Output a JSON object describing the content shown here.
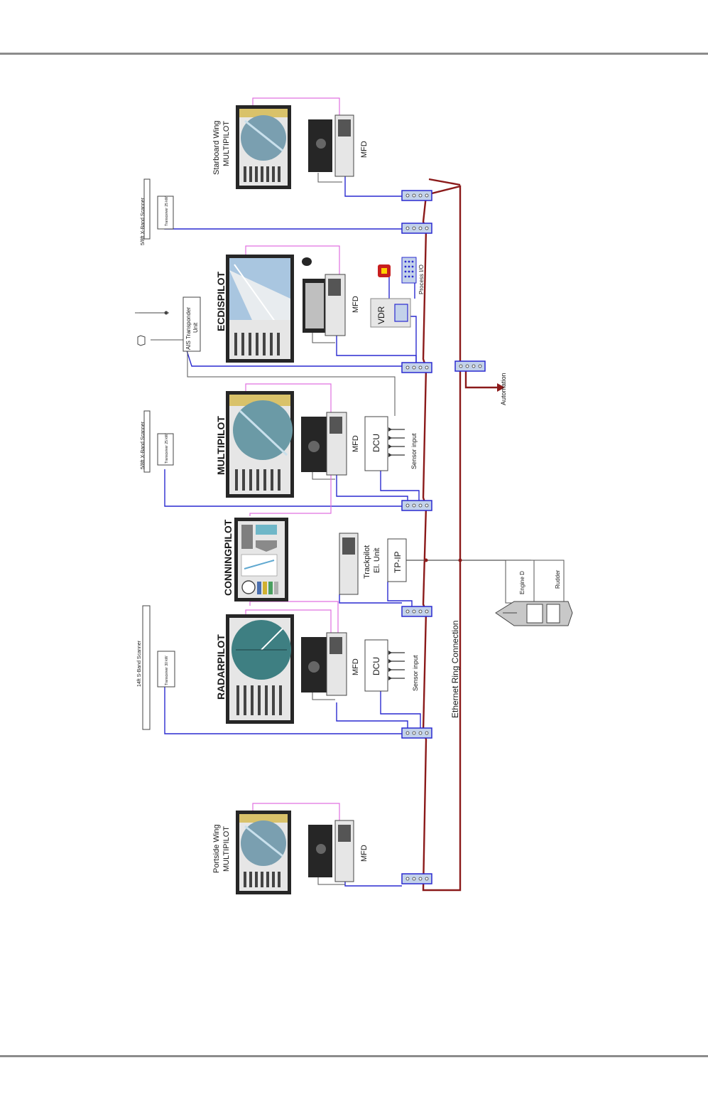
{
  "colors": {
    "ring": "#8b1a1a",
    "lan": "#2a2ad0",
    "video": "#e070e0",
    "signal": "#555555",
    "console": "#262626",
    "panel_bg": "#e6e6e6",
    "radar_sea": "#3e7f82",
    "chart_sea": "#a9c6e0",
    "switch": "#c3d2ea"
  },
  "stations": {
    "starboard": {
      "name_line1": "Starboard Wing",
      "name_line2": "MULTIPILOT",
      "mfd": "MFD"
    },
    "ecdis": {
      "name": "ECDISPILOT",
      "mfd": "MFD",
      "vdr": "VDR",
      "process_io": "Process I/O"
    },
    "multipilot": {
      "name": "MULTIPILOT",
      "mfd": "MFD",
      "dcu": "DCU",
      "sensor_input": "Sensor input"
    },
    "conning": {
      "name": "CONNINGPILOT"
    },
    "radar": {
      "name": "RADARPILOT",
      "mfd": "MFD",
      "dcu": "DCU",
      "sensor_input": "Sensor input"
    },
    "portside": {
      "name_line1": "Portside Wing",
      "name_line2": "MULTIPILOT",
      "mfd": "MFD"
    }
  },
  "scanners": {
    "xband_top": "5/8ft X-Band Scanner",
    "xband_mid": "5/8ft X-Band Scanner",
    "sband": "14ft S-Band Scanner",
    "transceiver_top": "Transceiver 25 kW",
    "transceiver_mid": "Transceiver 25 kW",
    "transceiver_s": "Transceiver 30 kW"
  },
  "ais": {
    "line1": "AIS Transponder",
    "line2": "Unit"
  },
  "trackpilot": {
    "line1": "Trackpilot",
    "line2": "El. Unit",
    "tpip": "TP-IP"
  },
  "automation": "Automation",
  "ring_label": "Ethernet Ring Connection",
  "vessel": {
    "engine": "Engine D",
    "rudder": "Rudder"
  }
}
